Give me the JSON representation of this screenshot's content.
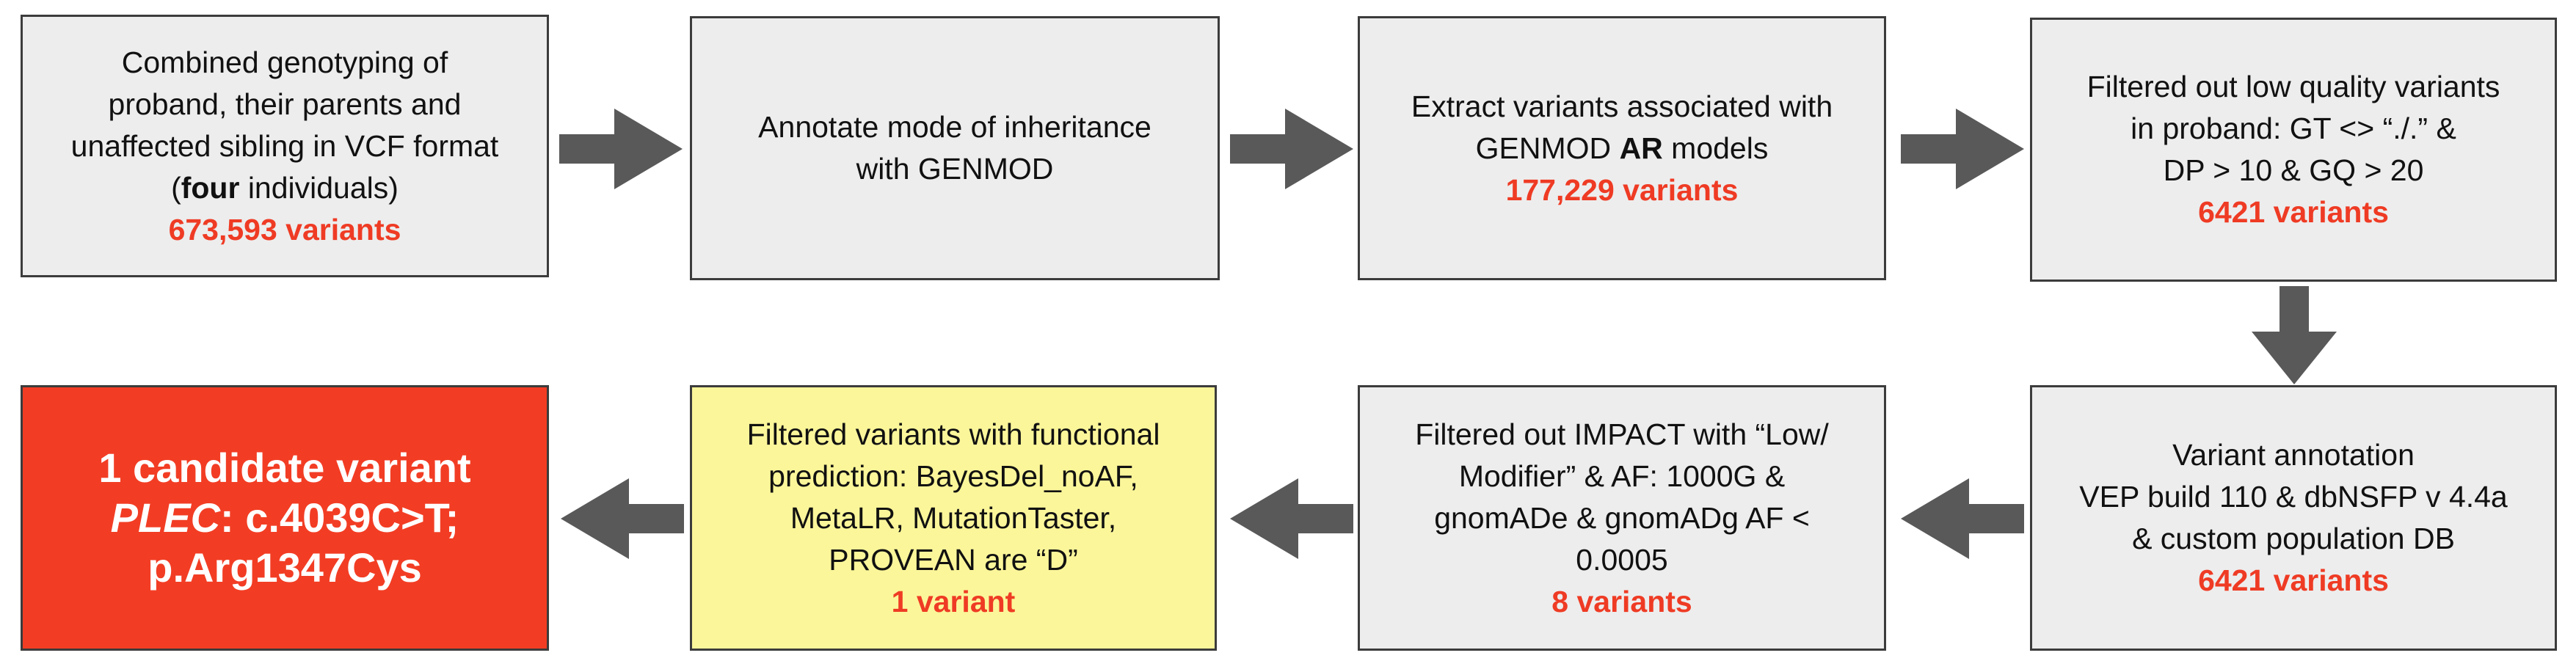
{
  "colors": {
    "box_fill": "#ededed",
    "box_border": "#3c3c3c",
    "count_text": "#ef3b24",
    "final_fill": "#f23d24",
    "functional_fill": "#fbf69a",
    "arrow": "#595959"
  },
  "steps": {
    "step1": {
      "line1": "Combined genotyping of",
      "line2": "proband, their parents and",
      "line3": "unaffected sibling in VCF format",
      "line4_open": "(",
      "line4_bold": "four",
      "line4_rest": " individuals)",
      "count": "673,593 variants"
    },
    "step2": {
      "line1": "Annotate mode of inheritance",
      "line2": "with GENMOD"
    },
    "step3": {
      "line1": "Extract variants associated with",
      "line2_pre": "GENMOD ",
      "line2_bold": "AR",
      "line2_post": " models",
      "count": "177,229 variants"
    },
    "step4": {
      "line1": "Filtered out low quality variants",
      "line2": "in proband: GT <> “./.” &",
      "line3": "DP > 10 & GQ > 20",
      "count": "6421 variants"
    },
    "step5": {
      "line1": "Variant annotation",
      "line2": "VEP build 110 & dbNSFP v 4.4a",
      "line3": "& custom population DB",
      "count": "6421 variants"
    },
    "step6": {
      "line1": "Filtered out IMPACT with “Low/",
      "line2": "Modifier” &  AF: 1000G &",
      "line3": "gnomADe & gnomADg AF <",
      "line4": "0.0005",
      "count": "8 variants"
    },
    "step7": {
      "line1": "Filtered variants with functional",
      "line2": "prediction: BayesDel_noAF,",
      "line3": "MetaLR, MutationTaster,",
      "line4": "PROVEAN are “D”",
      "count": "1 variant"
    },
    "step8": {
      "line1": "1 candidate variant",
      "line2_gene": "PLEC",
      "line2_rest": ": c.4039C>T;",
      "line3": "p.Arg1347Cys"
    }
  }
}
